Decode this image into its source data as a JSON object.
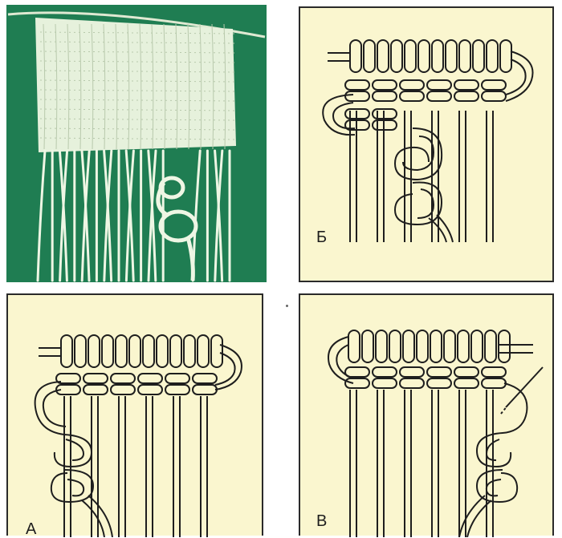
{
  "figure": {
    "photo": {
      "colors": {
        "background": "#1f7d52",
        "yarn": "#eef6e4"
      }
    },
    "panels": [
      {
        "id": "panelB",
        "letter": "Б"
      },
      {
        "id": "panelA",
        "letter": "А"
      },
      {
        "id": "panelV",
        "letter": "В"
      }
    ],
    "colors": {
      "panel_bg": "#faf6cf",
      "ink": "#1e1e1e"
    }
  }
}
